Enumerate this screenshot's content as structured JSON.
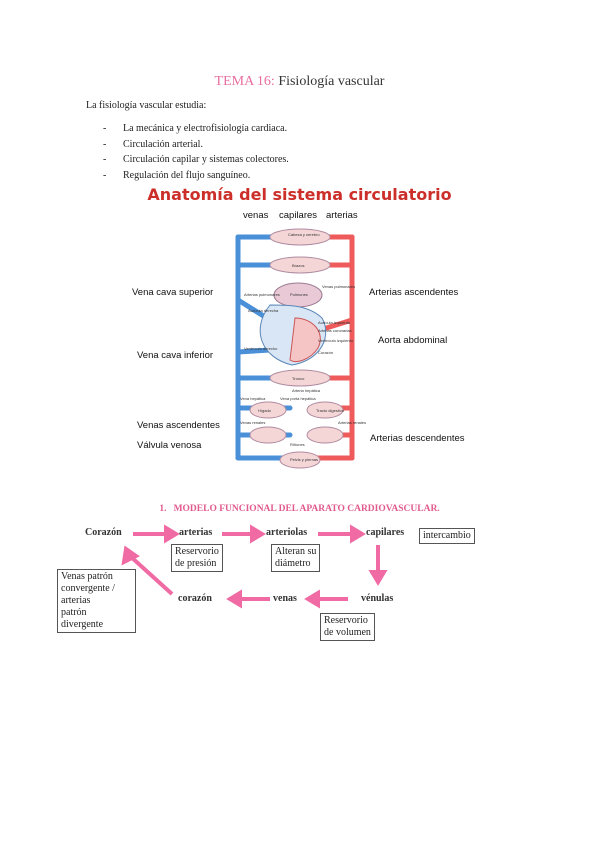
{
  "header": {
    "tema": "TEMA 16:",
    "title": "Fisiología vascular"
  },
  "intro": "La fisiología vascular estudia:",
  "bullets": [
    "La mecánica y electrofisiología cardiaca.",
    "Circulación arterial.",
    "Circulación capilar y sistemas colectores.",
    "Regulación del flujo sanguíneo."
  ],
  "figure": {
    "title": "Anatomía del sistema circulatorio",
    "top_labels": {
      "venas": "venas",
      "capilares": "capilares",
      "arterias": "arterias"
    },
    "left_labels": {
      "vena_cava_superior": "Vena cava superior",
      "vena_cava_inferior": "Vena cava inferior",
      "venas_ascendentes": "Venas ascendentes",
      "valvula_venosa": "Válvula venosa"
    },
    "right_labels": {
      "arterias_ascendentes": "Arterias ascendentes",
      "aorta_abdominal": "Aorta abdominal",
      "arterias_descendentes": "Arterias descendentes"
    },
    "small_labels": {
      "cabeza_cerebro": "Cabeza y cerebro",
      "brazos": "Brazos",
      "pulmones": "Pulmones",
      "arterias_pulmonares": "Arterias pulmonares",
      "venas_pulmonares": "Venas pulmonares",
      "auricula_derecha": "Aurícula derecha",
      "auricula_izquierda": "Aurícula izquierda",
      "arterias_coronarias": "Arterias coronarias",
      "ventriculo_izquierdo": "Ventrículo izquierdo",
      "ventriculo_derecho": "Ventrículo derecho",
      "corazon": "Corazón",
      "tronco": "Tronco",
      "arteria_hepatica": "Arteria hepática",
      "vena_porta_hepatica": "Vena porta hepática",
      "vena_hepatica": "Vena hepática",
      "higado": "Hígado",
      "tracto_digestivo": "Tracto digestivo",
      "venas_renales": "Venas renales",
      "arterias_renales": "Arterias renales",
      "rinones": "Riñones",
      "pelvis_piernas": "Pelvis y piernas"
    }
  },
  "section": {
    "number": "1.",
    "title": "MODELO FUNCIONAL DEL APARATO CARDIOVASCULAR."
  },
  "diagram": {
    "nodes": {
      "corazon_top": "Corazón",
      "arterias": "arterias",
      "arteriolas": "arteriolas",
      "capilares": "capilares",
      "venulas": "vénulas",
      "venas": "venas",
      "corazon_bottom": "corazón"
    },
    "boxes": {
      "intercambio": "intercambio",
      "reservorio_presion": [
        "Reservorio",
        "de presión"
      ],
      "alteran": [
        "Alteran su",
        "diámetro"
      ],
      "reservorio_volumen": [
        "Reservorio",
        "de volumen"
      ],
      "patron": [
        "Venas patrón",
        "convergente /",
        "arterias",
        "patrón",
        "divergente"
      ]
    },
    "colors": {
      "arrow": "#f06aa3",
      "vein": "#4a90d9",
      "artery": "#ef5b5b",
      "title": "#cc2f2a",
      "accent": "#e76fa0"
    }
  }
}
